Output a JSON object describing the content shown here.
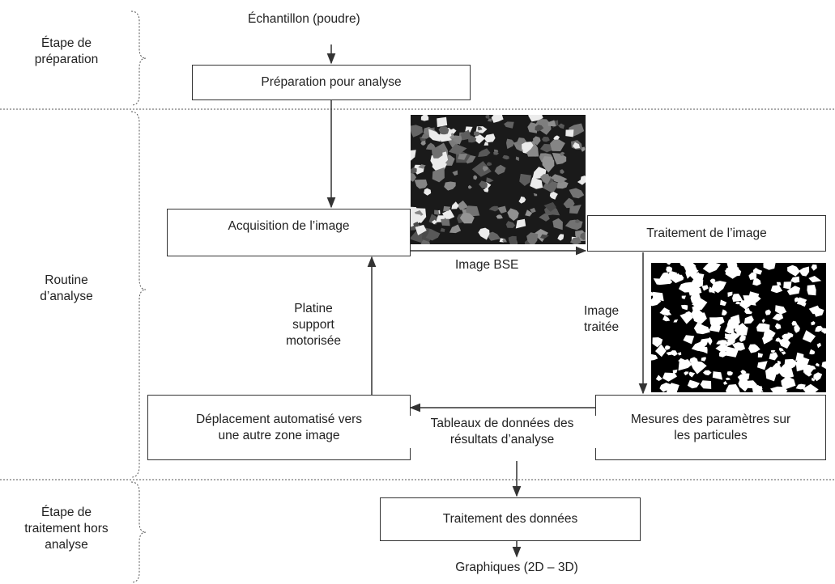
{
  "stages": {
    "preparation": "Étape de\npréparation",
    "routine": "Routine\nd’analyse",
    "hors_analyse": "Étape de\ntraitement hors\nanalyse"
  },
  "inputs": {
    "sample": "Échantillon (poudre)"
  },
  "boxes": {
    "preparation": "Préparation pour analyse",
    "acquisition": "Acquisition de l’image",
    "traitement_image": "Traitement de l’image",
    "deplacement": "Déplacement automatisé vers\nune autre zone image",
    "mesures": "Mesures des paramètres sur\nles particules",
    "traitement_donnees": "Traitement des données"
  },
  "arrow_labels": {
    "image_bse": "Image BSE",
    "image_traitee": "Image\ntraitée",
    "platine": "Platine\nsupport\nmotorisée",
    "tableaux": "Tableaux de données des\nrésultats d’analyse",
    "graphiques": "Graphiques (2D – 3D)"
  },
  "images": {
    "bse": "bse-micrograph",
    "binary": "binary-particle-image"
  },
  "colors": {
    "line": "#333333",
    "text": "#222222",
    "bse_background": "#1a1a1a",
    "binary_background": "#000000"
  }
}
